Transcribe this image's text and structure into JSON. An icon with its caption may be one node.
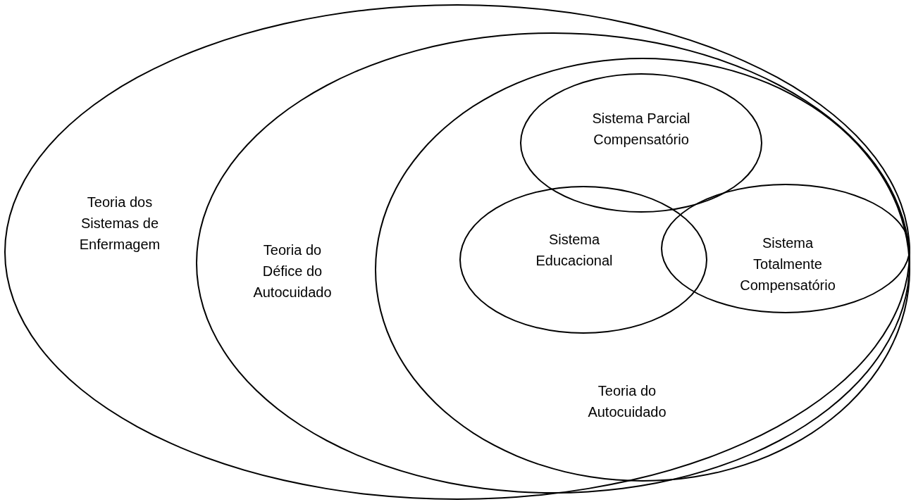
{
  "diagram": {
    "nodes": [
      {
        "text": [
          "Teoria dos Sistemas de Enfermagem"
        ]
      },
      {
        "text": [
          "Teoria do Défice do Autocuidado"
        ],
        "in": 0
      },
      {
        "text": [
          "Teoria do Autocuidado"
        ],
        "in": 1
      },
      {
        "text": [
          "Sistema Parcial Compensatório"
        ],
        "in": 2
      },
      {
        "text": [
          "Sistema Educacional"
        ],
        "in": 2
      },
      {
        "text": [
          "Sistema Totalmente Compensatório"
        ],
        "in": 2
      }
    ]
  }
}
